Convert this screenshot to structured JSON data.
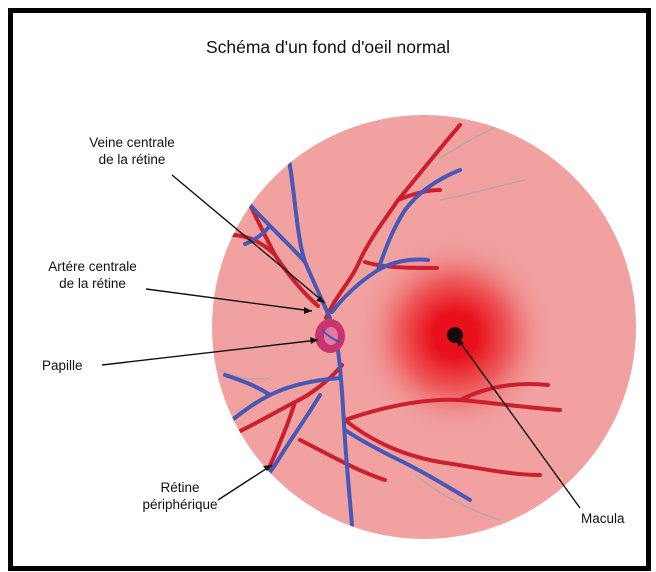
{
  "title": "Schéma d'un fond d'oeil normal",
  "labels": {
    "veine": [
      "Veine centrale",
      "de la rétine"
    ],
    "artere": [
      "Artére centrale",
      "de la rétine"
    ],
    "papille": "Papille",
    "retine": [
      "Rétine",
      "périphérique"
    ],
    "macula": "Macula"
  },
  "colors": {
    "fundus": "#f0a1a0",
    "vein": "#4659b6",
    "artery": "#cc1f2e",
    "macula": "#e8101a",
    "papilla": "#c8356e",
    "frame": "#000000"
  }
}
